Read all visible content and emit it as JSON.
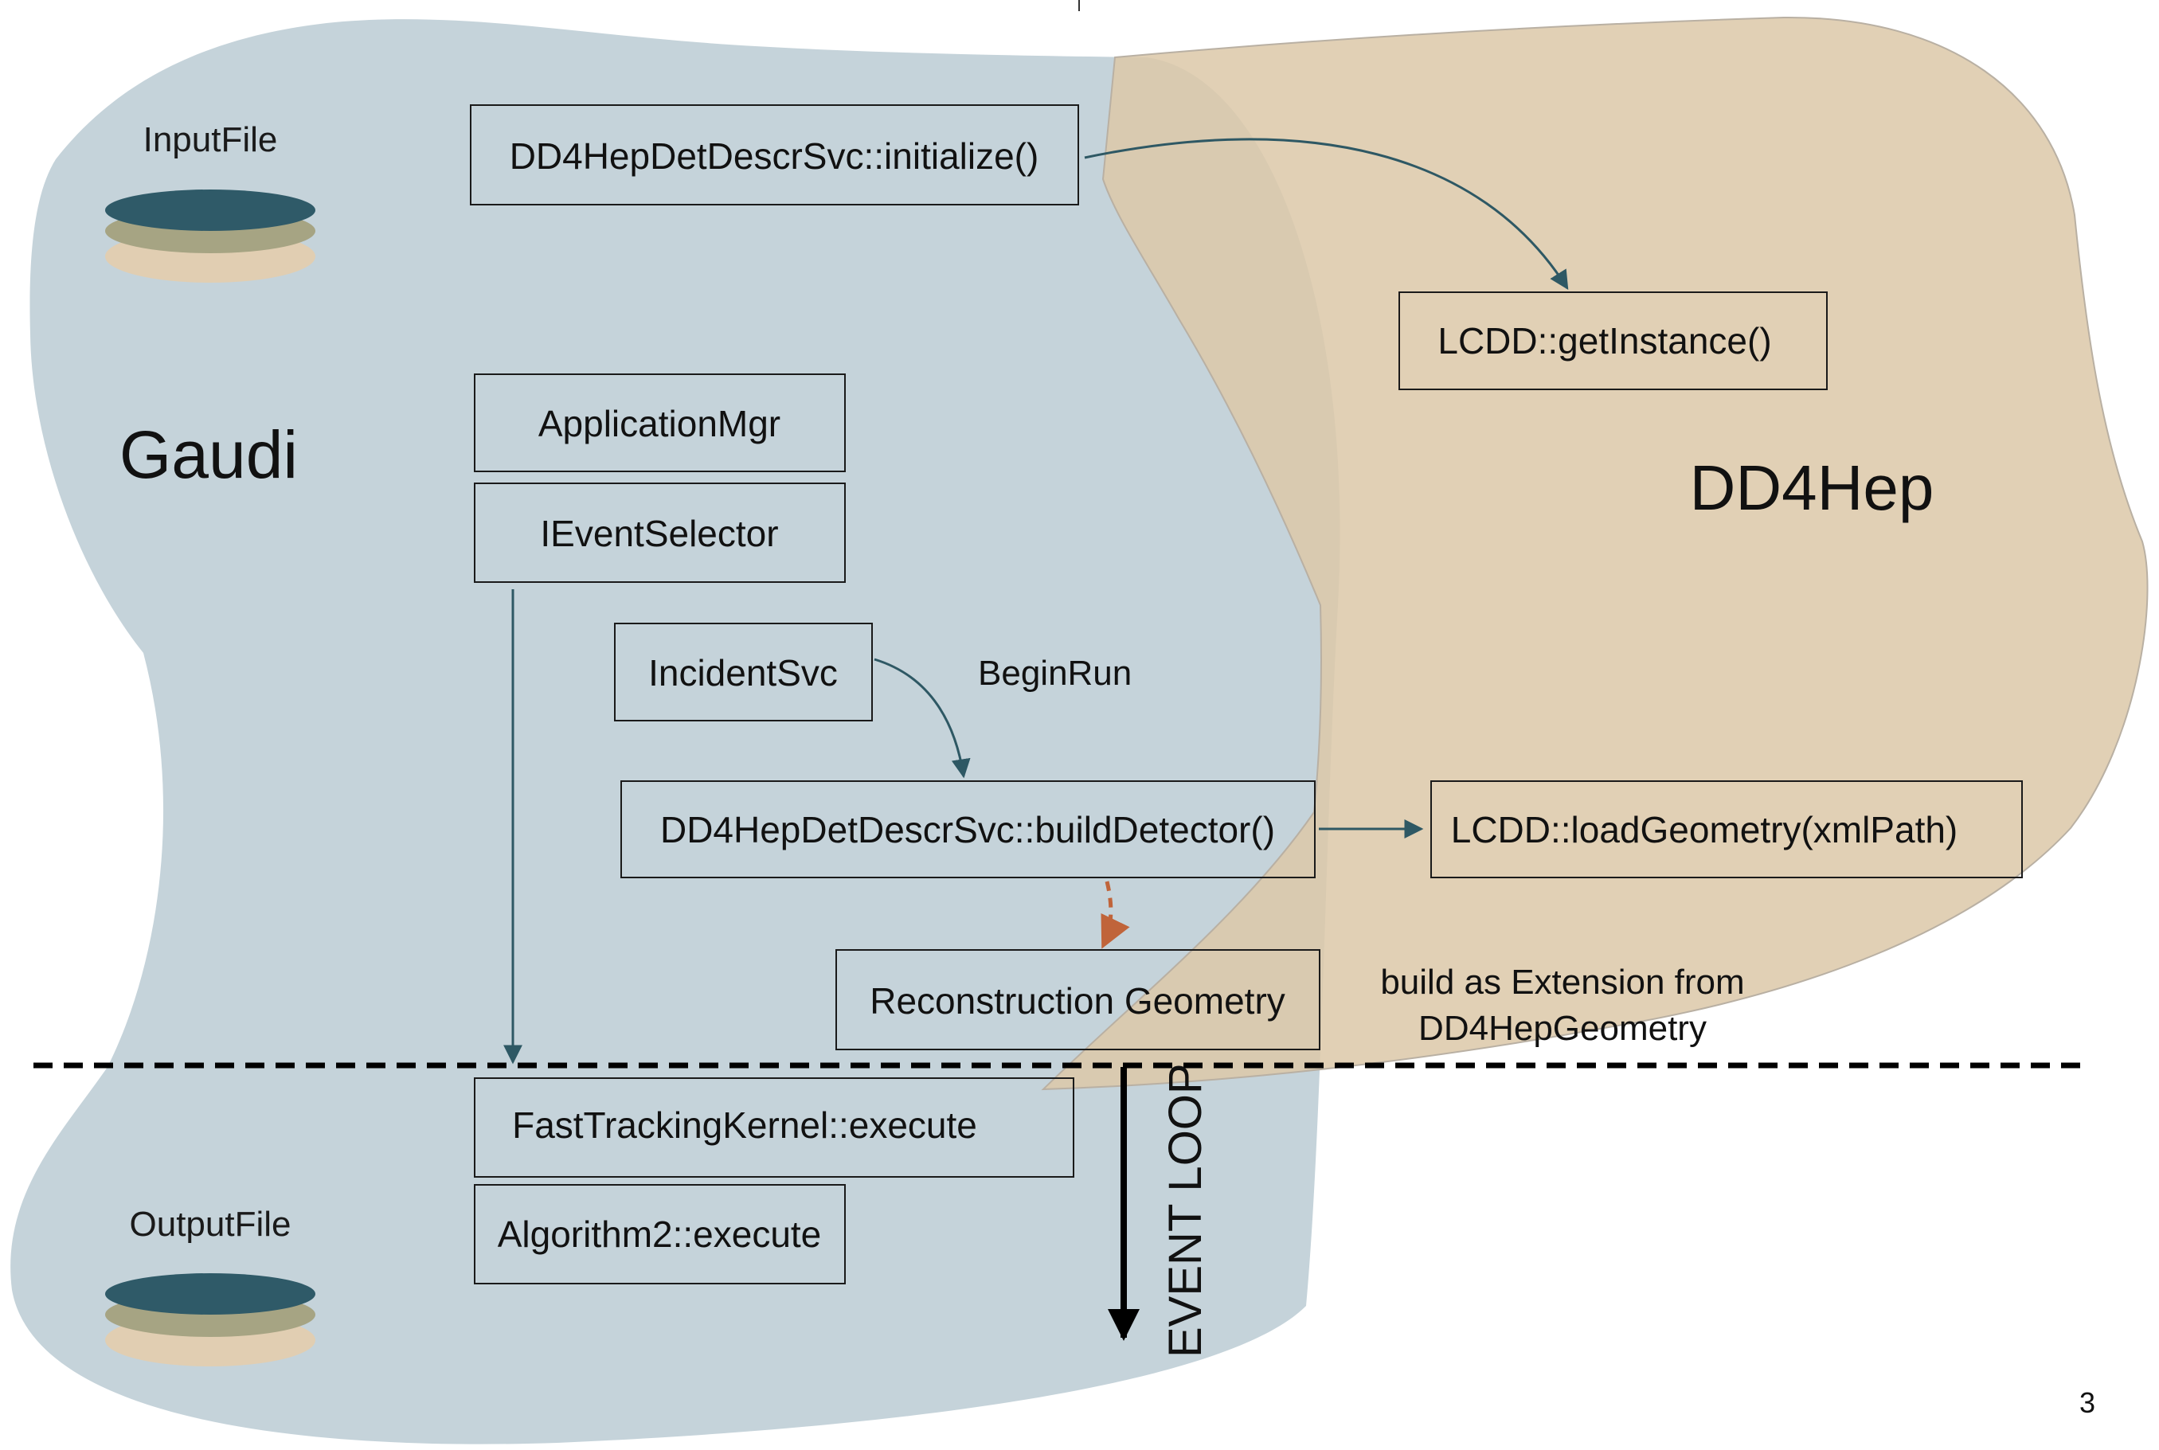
{
  "labels": {
    "gaudi": "Gaudi",
    "dd4hep": "DD4Hep",
    "input_file": "InputFile",
    "output_file": "OutputFile",
    "event_loop": "EVENT LOOP",
    "begin_run": "BeginRun",
    "extension_line1": "build as Extension from",
    "extension_line2": "DD4HepGeometry",
    "page_number": "3"
  },
  "boxes": {
    "init": "DD4HepDetDescrSvc::initialize()",
    "lcdd_instance": "LCDD::getInstance()",
    "app_mgr": "ApplicationMgr",
    "event_selector": "IEventSelector",
    "incident_svc": "IncidentSvc",
    "build_detector": "DD4HepDetDescrSvc::buildDetector()",
    "load_geometry": "LCDD::loadGeometry(xmlPath)",
    "reco_geometry": "Reconstruction Geometry",
    "fast_tracking": "FastTrackingKernel::execute",
    "algorithm2": "Algorithm2::execute"
  },
  "colors": {
    "gaudi_region": "#c5d3da",
    "dd4hep_region": "#dcc8a8",
    "arrow": "#2e5864",
    "dashed_arrow": "#c0643a",
    "disk_top": "#2f5a68",
    "disk_mid": "#a6a483",
    "disk_bottom": "#e1ceb2"
  }
}
